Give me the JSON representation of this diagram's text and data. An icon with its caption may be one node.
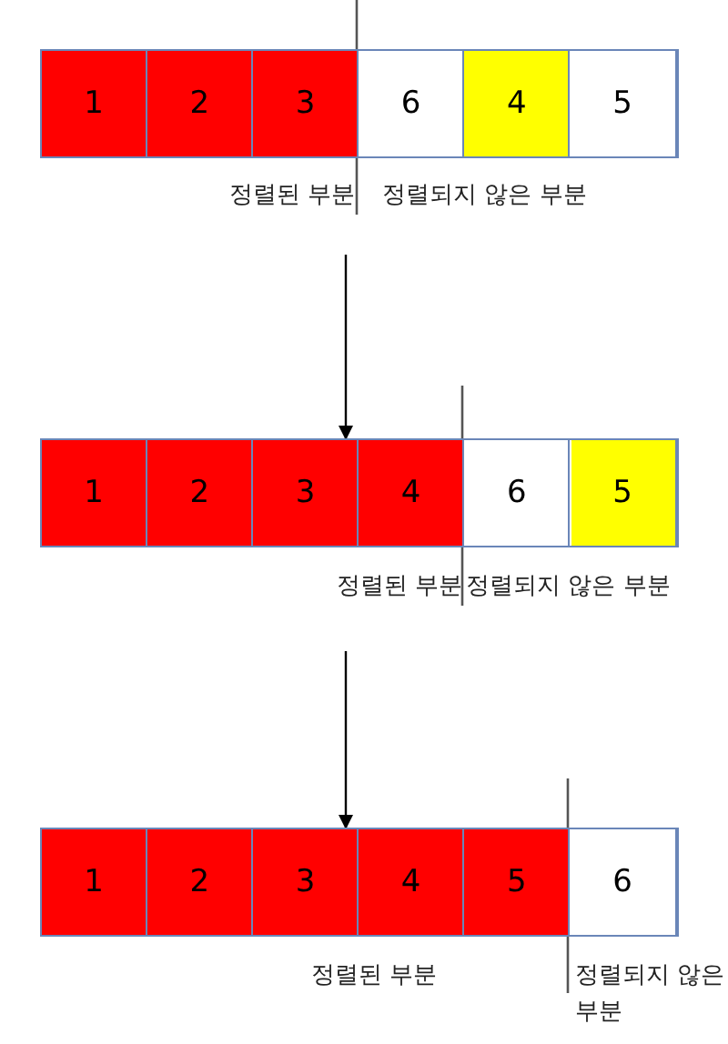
{
  "diagram": {
    "nodes": [
      {
        "text": [],
        "shape": "box",
        "beside": [
          "정렬된 부분",
          "정렬되지 않은 부분"
        ]
      },
      {
        "text": [
          "1"
        ],
        "in": 0
      },
      {
        "text": [
          "2"
        ],
        "in": 0
      },
      {
        "text": [
          "3"
        ],
        "in": 0
      },
      {
        "text": [
          "6"
        ],
        "in": 0
      },
      {
        "text": [
          "4"
        ],
        "in": 0
      },
      {
        "text": [
          "5"
        ],
        "in": 0
      },
      {
        "text": [],
        "shape": "box",
        "beside": [
          "정렬된 부분",
          "정렬되지 않은 부분"
        ]
      },
      {
        "text": [
          "1"
        ],
        "in": 7
      },
      {
        "text": [
          "2"
        ],
        "in": 7
      },
      {
        "text": [
          "3"
        ],
        "in": 7
      },
      {
        "text": [
          "4"
        ],
        "in": 7
      },
      {
        "text": [
          "6"
        ],
        "in": 7
      },
      {
        "text": [
          "5"
        ],
        "in": 7
      },
      {
        "text": [],
        "shape": "box",
        "beside": [
          "정렬된 부분",
          "정렬되지 않은 부분"
        ]
      },
      {
        "text": [
          "1"
        ],
        "in": 14
      },
      {
        "text": [
          "2"
        ],
        "in": 14
      },
      {
        "text": [
          "3"
        ],
        "in": 14
      },
      {
        "text": [
          "4"
        ],
        "in": 14
      },
      {
        "text": [
          "5"
        ],
        "in": 14
      },
      {
        "text": [
          "6"
        ],
        "in": 14
      }
    ],
    "edges": [
      {
        "from": null,
        "to": 7,
        "arrow": "to"
      },
      {
        "from": null,
        "to": 14,
        "arrow": "to"
      }
    ]
  }
}
